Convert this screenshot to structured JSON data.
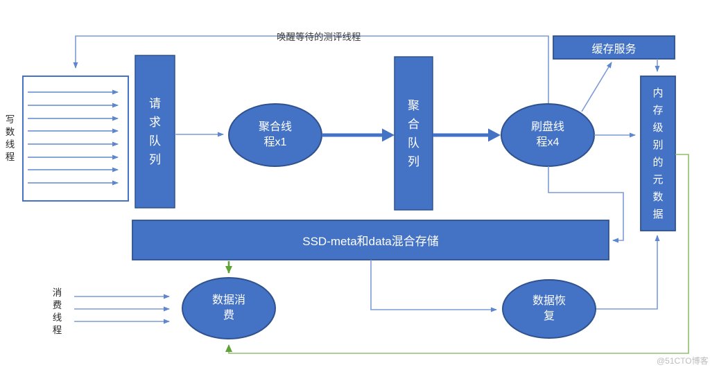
{
  "diagram": {
    "title_note": "唤醒等待的测评线程",
    "side_labels": {
      "write_threads": "写数线程",
      "consume_threads": "消费线程"
    },
    "nodes": {
      "request_queue": "请求队列",
      "aggregate_thread": "聚合线程x1",
      "aggregate_queue": "聚合队列",
      "flush_thread": "刷盘线程x4",
      "cache_service": "缓存服务",
      "memory_metadata": "内存级别的元数据",
      "ssd_storage": "SSD-meta和data混合存储",
      "data_consume": "数据消费",
      "data_recovery": "数据恢复"
    },
    "watermark": "@51CTO博客",
    "colors": {
      "node_fill": "#4472C4",
      "node_border": "#2F528F",
      "connector_blue": "#7C9BD7",
      "thick_arrow": "#4472C4",
      "green_strong": "#5FA236",
      "green_light": "#8FBF6B",
      "annotation_text": "#3a3a3a",
      "watermark_text": "#bdbdbd"
    }
  }
}
